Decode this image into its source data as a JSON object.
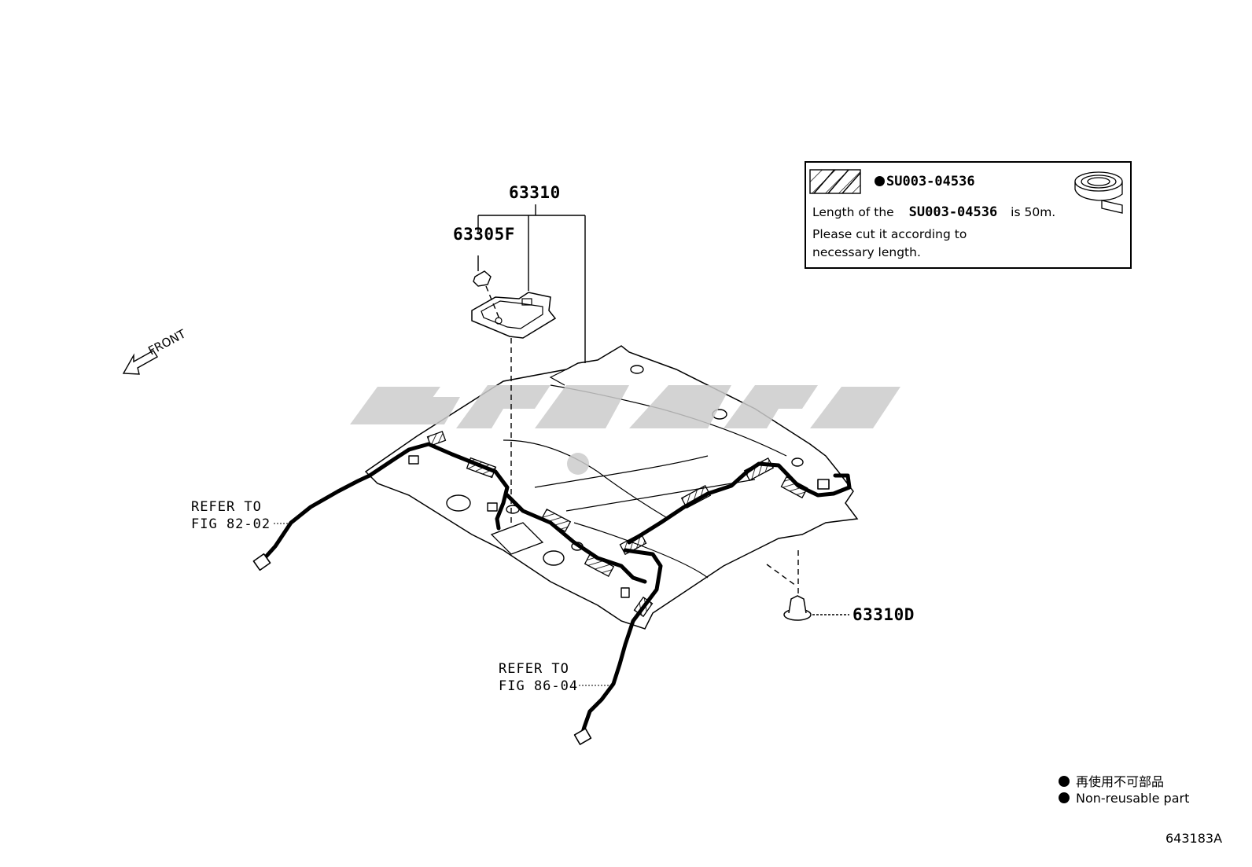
{
  "callouts": {
    "main_harness": "63310",
    "lamp_part": "63305F",
    "clip_part": "63310D",
    "front_label": "FRONT"
  },
  "refer_left": {
    "line1": "REFER TO",
    "line2": "FIG 82-02"
  },
  "refer_bottom": {
    "line1": "REFER TO",
    "line2": "FIG 86-04"
  },
  "note_box": {
    "part_number": "SU003-04536",
    "length_prefix": "Length of the",
    "length_part": "SU003-04536",
    "length_suffix": "is 50m.",
    "cut_line1": "Please cut it according to",
    "cut_line2": "necessary length."
  },
  "legend": {
    "japanese": "再使用不可部品",
    "english": "Non-reusable part"
  },
  "figure_number": "643183A",
  "colors": {
    "line": "#000000",
    "watermark": "#cccccc",
    "background": "#ffffff"
  }
}
